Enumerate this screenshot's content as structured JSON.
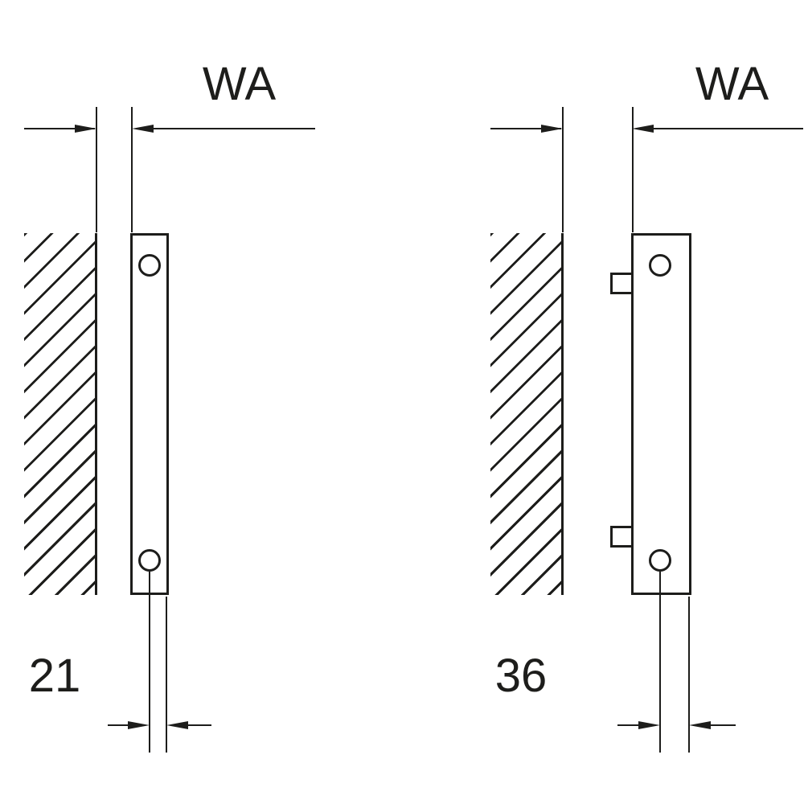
{
  "figures": {
    "left": {
      "wall_distance_label": "WA",
      "pipe_offset_label": "21"
    },
    "right": {
      "wall_distance_label": "WA",
      "pipe_offset_label": "36"
    }
  },
  "colors": {
    "ink": "#1d1d1b",
    "background": "#ffffff"
  }
}
